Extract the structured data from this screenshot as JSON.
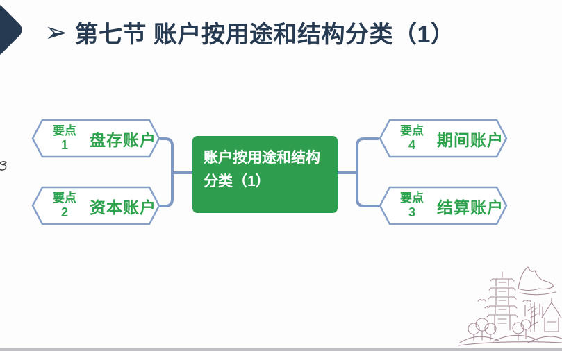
{
  "title": {
    "marker": "➢",
    "text": "第七节 账户按用途和结构分类（1）"
  },
  "diagram": {
    "center": {
      "label": "账户按用途和结构分类（1）"
    },
    "nodes": [
      {
        "tag": "要点",
        "number": "1",
        "label": "盘存账户",
        "position": "top-left"
      },
      {
        "tag": "要点",
        "number": "2",
        "label": "资本账户",
        "position": "bottom-left"
      },
      {
        "tag": "要点",
        "number": "4",
        "label": "期间账户",
        "position": "top-right"
      },
      {
        "tag": "要点",
        "number": "3",
        "label": "结算账户",
        "position": "bottom-right"
      }
    ]
  },
  "decor": {
    "corner_shape": "navy-chevron",
    "left_edge": "bird-doodle",
    "bottom_right": "pagoda-trees-sketch"
  },
  "colors": {
    "title_navy": "#263A52",
    "node_green": "#2E9E4E",
    "text_green": "#2CA24C",
    "connector_blue": "#7E99C5",
    "hex_border_blue": "#86A0C8",
    "sketch_mauve": "#A28694",
    "bottom_bar_gray": "#BFBFC4"
  }
}
